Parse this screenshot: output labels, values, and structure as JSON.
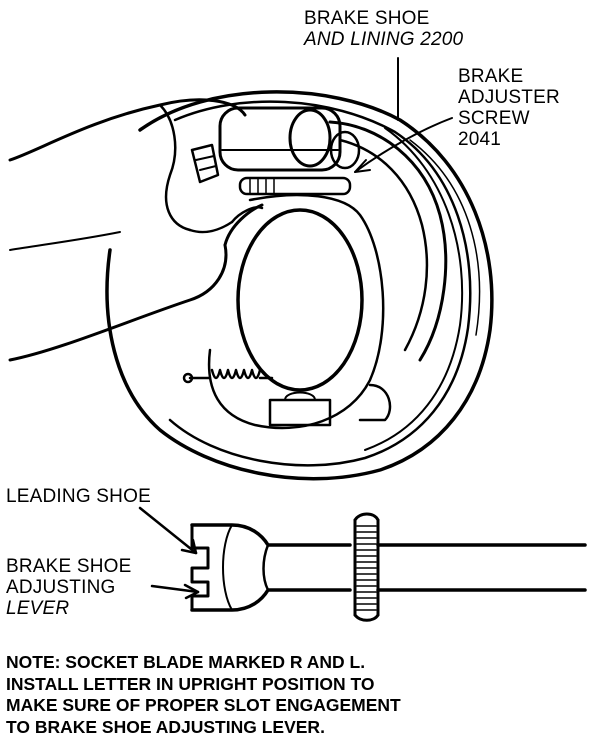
{
  "labels": {
    "brake_shoe_lining": {
      "line1": "BRAKE SHOE",
      "line2": "AND LINING 2200"
    },
    "brake_adjuster_screw": {
      "line1": "BRAKE",
      "line2": "ADJUSTER",
      "line3": "SCREW",
      "line4": "2041"
    },
    "leading_shoe": "LEADING SHOE",
    "adjusting_lever": {
      "line1": "BRAKE SHOE",
      "line2": "ADJUSTING",
      "line3": "LEVER"
    }
  },
  "note": {
    "line1": "NOTE: SOCKET BLADE MARKED R AND L.",
    "line2": "INSTALL LETTER IN UPRIGHT POSITION TO",
    "line3": "MAKE SURE OF PROPER SLOT ENGAGEMENT",
    "line4": "TO BRAKE SHOE ADJUSTING LEVER."
  },
  "colors": {
    "ink": "#000000",
    "paper": "#ffffff"
  }
}
